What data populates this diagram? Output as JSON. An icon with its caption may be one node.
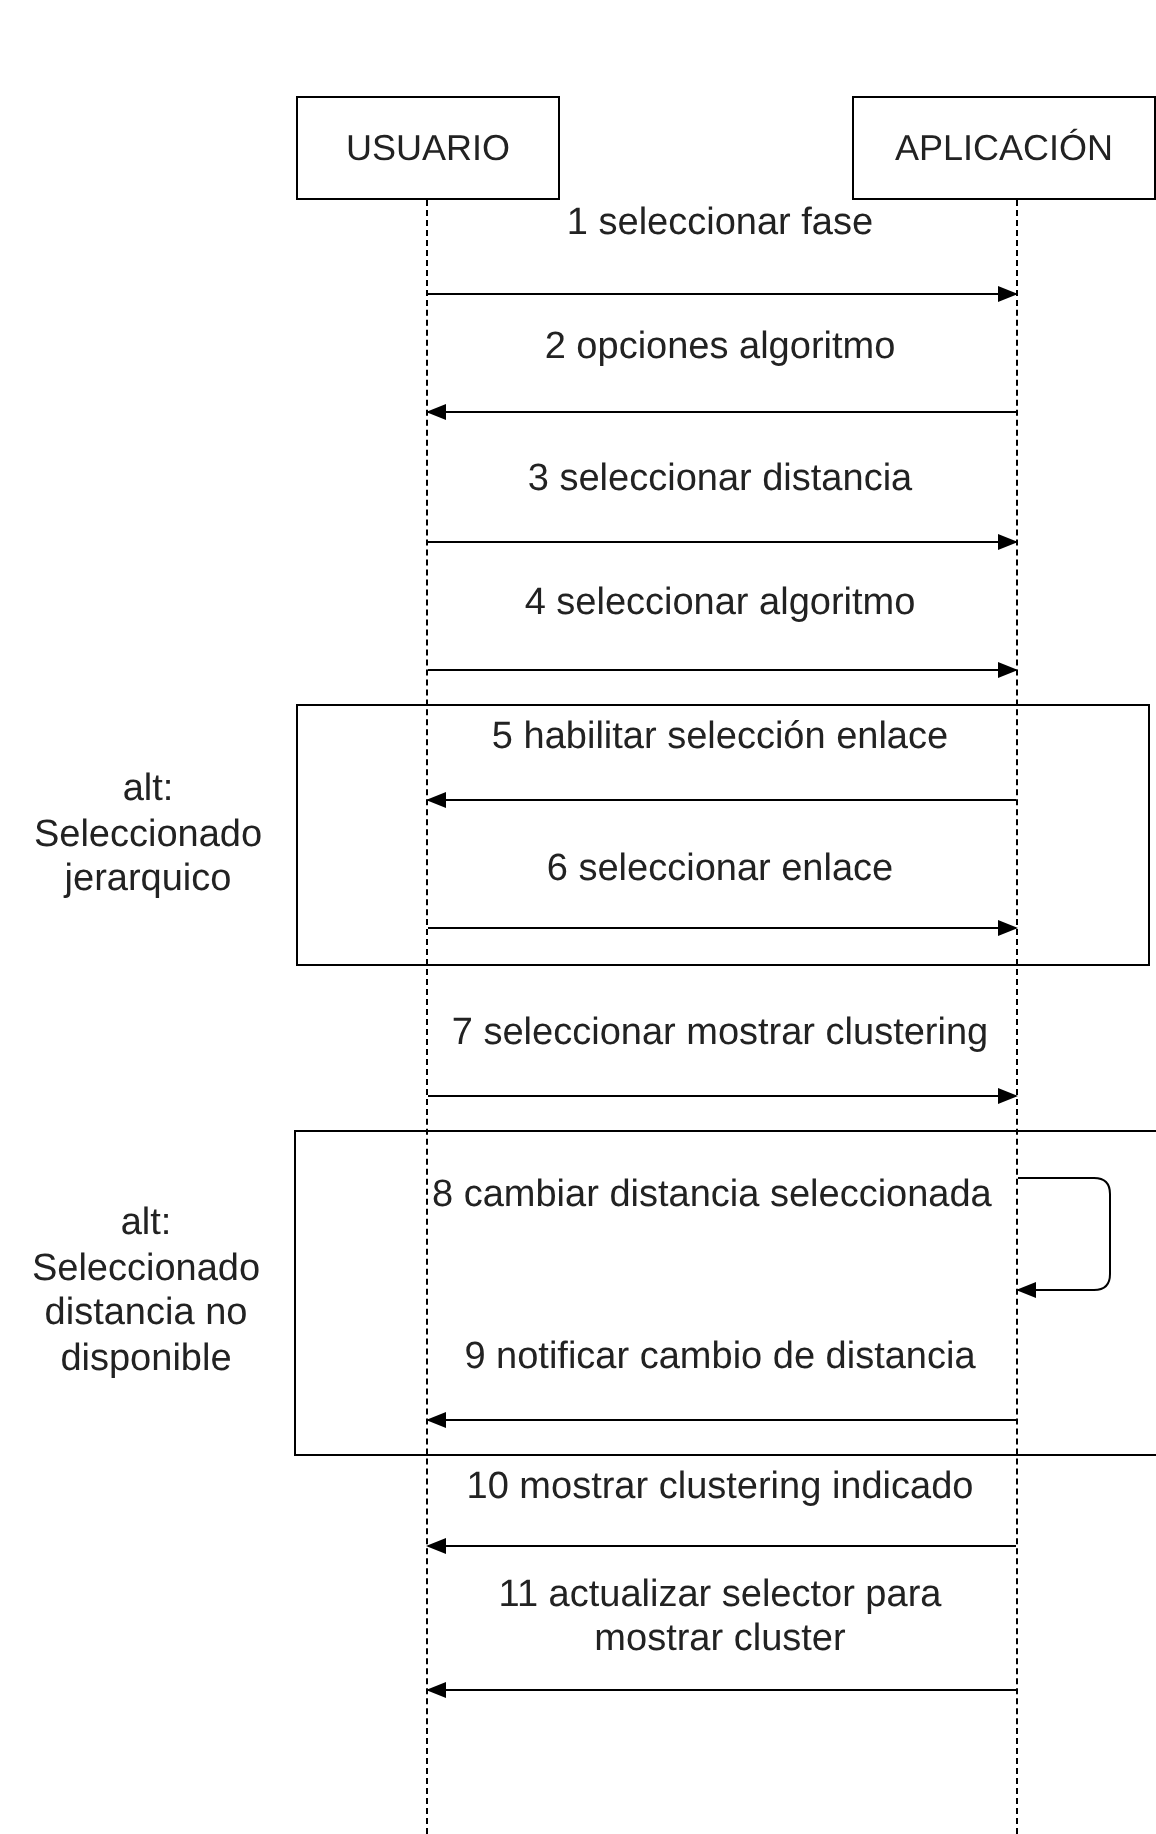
{
  "diagram": {
    "nodes": [
      {
        "text": [
          "USUARIO"
        ]
      },
      {
        "text": [
          "APLICACIÓN"
        ]
      },
      {
        "text": [],
        "shape": "line"
      },
      {
        "text": [],
        "shape": "line"
      },
      {
        "text": [
          "alt: Seleccionado jerarquico"
        ]
      },
      {
        "text": [
          "alt: Seleccionado distancia no disponible"
        ]
      }
    ],
    "edges": [
      {
        "from": 2,
        "to": 3,
        "arrow": "to",
        "label": "1 seleccionar fase"
      },
      {
        "from": 3,
        "to": 2,
        "arrow": "to",
        "label": "2 opciones algoritmo"
      },
      {
        "from": 2,
        "to": 3,
        "arrow": "to",
        "label": "3 seleccionar distancia"
      },
      {
        "from": 2,
        "to": 3,
        "arrow": "to",
        "label": "4 seleccionar algoritmo"
      },
      {
        "from": 3,
        "to": 2,
        "arrow": "to",
        "label": "5 habilitar selección enlace"
      },
      {
        "from": 2,
        "to": 3,
        "arrow": "to",
        "label": "6 seleccionar enlace"
      },
      {
        "from": 2,
        "to": 3,
        "arrow": "to",
        "label": "7 seleccionar mostrar clustering"
      },
      {
        "from": 3,
        "to": 3,
        "arrow": "to",
        "label": "8 cambiar distancia seleccionada"
      },
      {
        "from": 3,
        "to": 2,
        "arrow": "to",
        "label": "9 notificar cambio de distancia"
      },
      {
        "from": 3,
        "to": 2,
        "arrow": "to",
        "label": "10 mostrar clustering indicado"
      },
      {
        "from": 3,
        "to": 2,
        "arrow": "to",
        "label": "11 actualizar selector para mostrar cluster"
      }
    ]
  }
}
